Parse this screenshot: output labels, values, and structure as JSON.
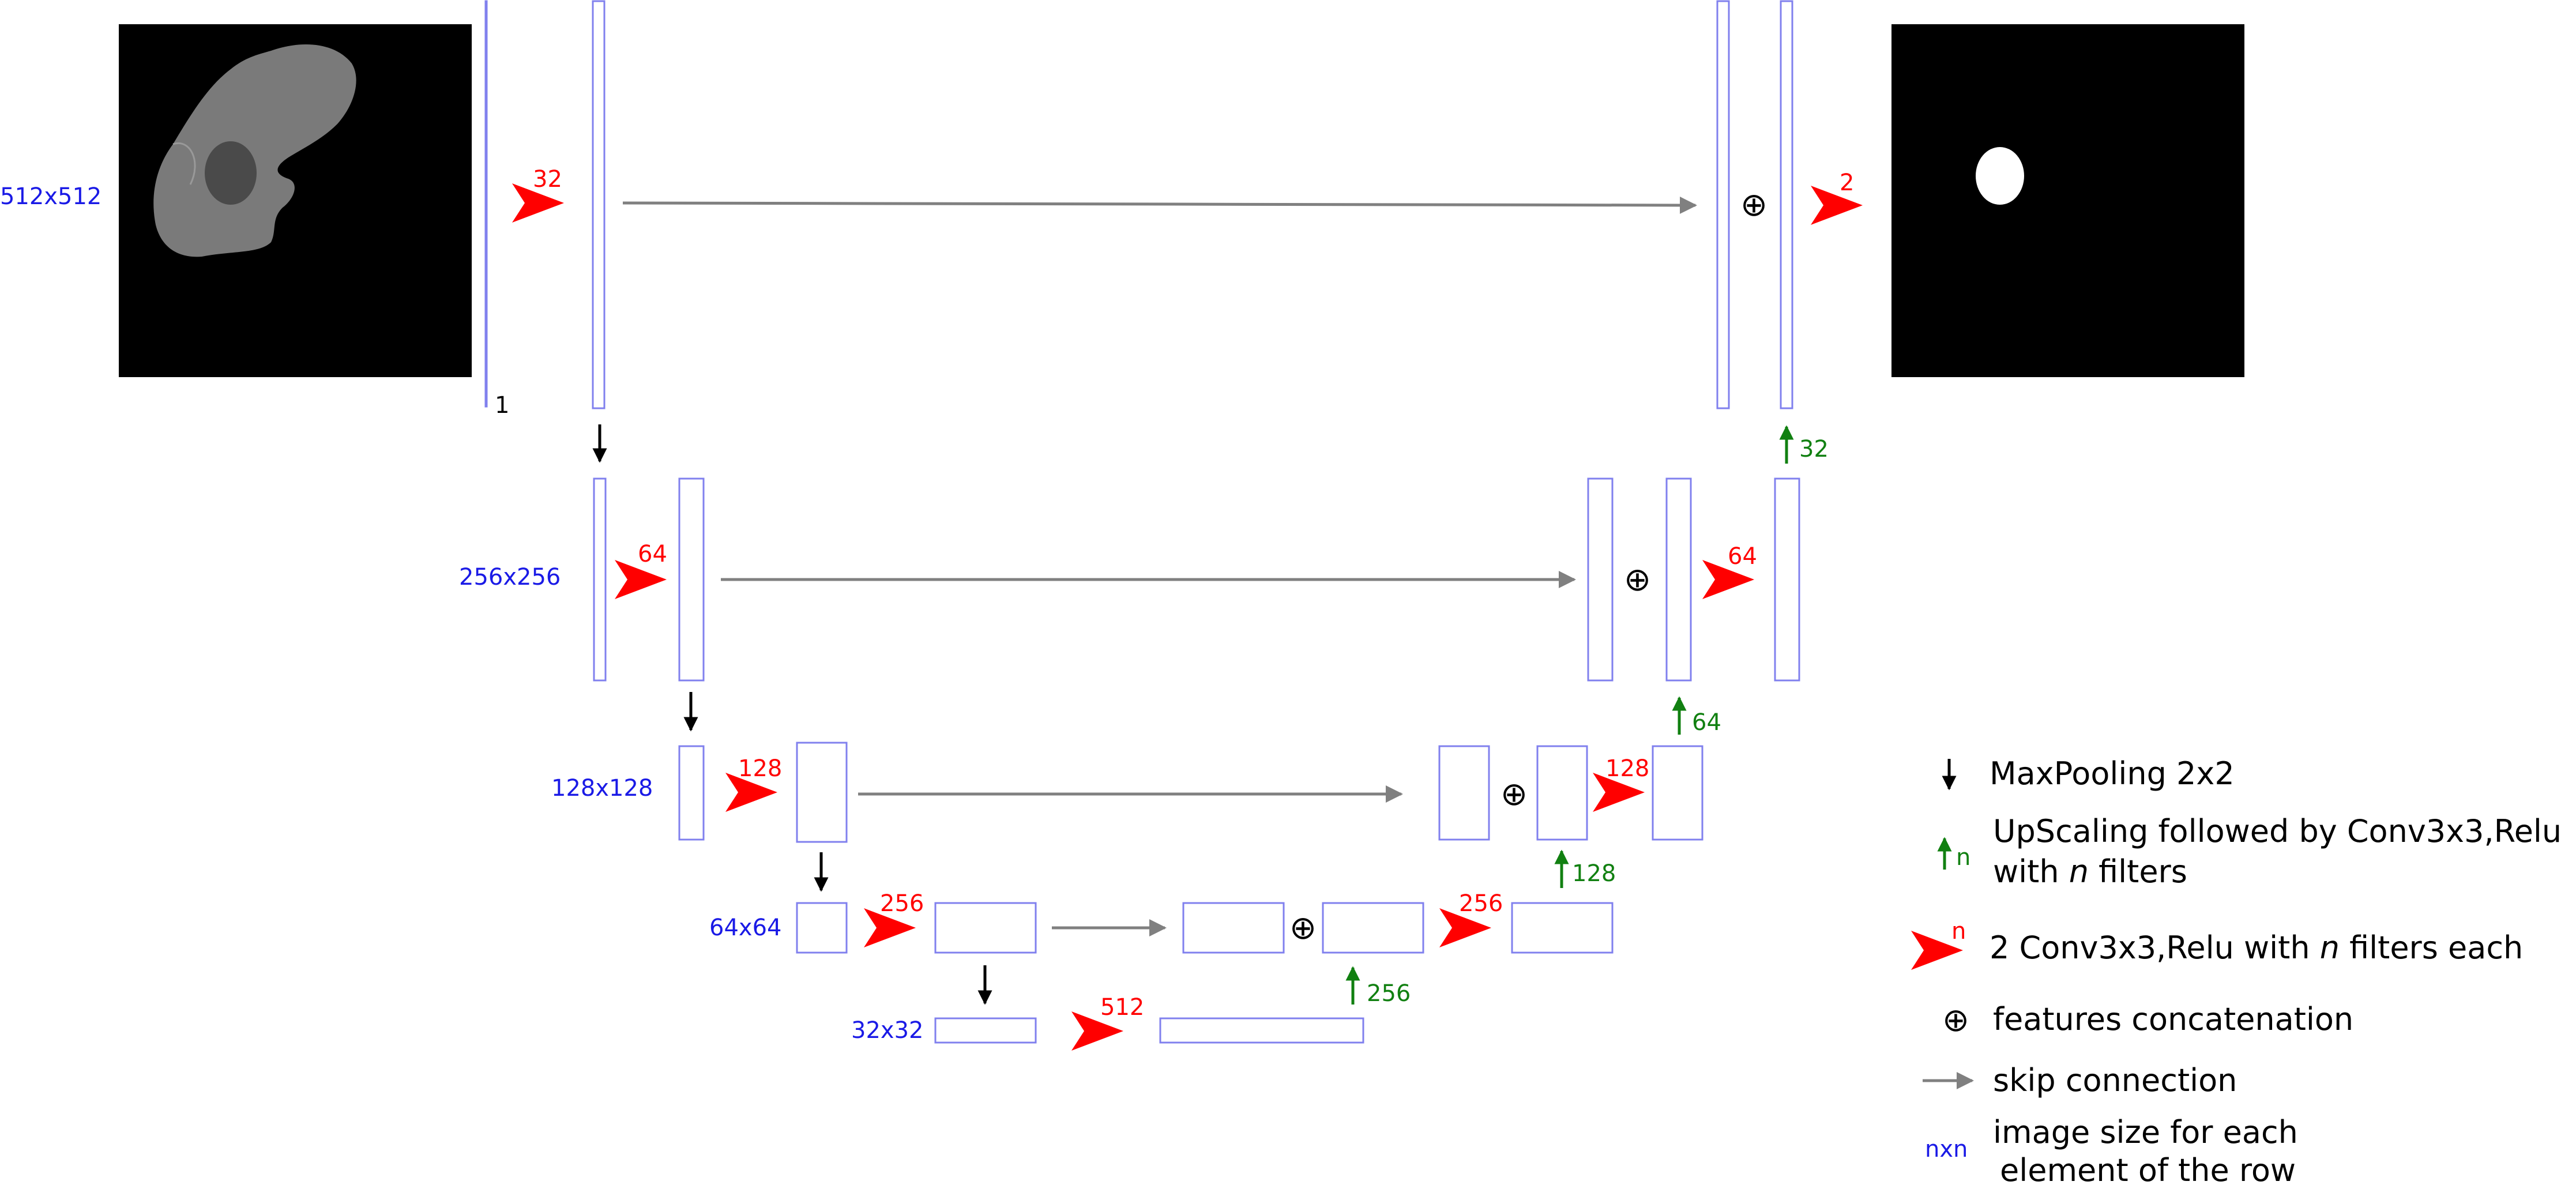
{
  "rows": [
    {
      "size_label": "512x512",
      "conv_filters": "32",
      "out_filters": "2",
      "input_channels": "1"
    },
    {
      "size_label": "256x256",
      "conv_filters": "64",
      "out_filters": "64",
      "up_filters": "32"
    },
    {
      "size_label": "128x128",
      "conv_filters": "128",
      "out_filters": "128",
      "up_filters": "64"
    },
    {
      "size_label": "64x64",
      "conv_filters": "256",
      "out_filters": "256",
      "up_filters": "128"
    },
    {
      "size_label": "32x32",
      "conv_filters": "512",
      "up_filters": "256"
    }
  ],
  "concat_symbol": "⊕",
  "legend": {
    "maxpool": "MaxPooling 2x2",
    "upscale_line1": "UpScaling followed by Conv3x3,Relu",
    "upscale_line2_a": "with ",
    "upscale_line2_n": "n",
    "upscale_line2_b": " filters",
    "upscale_marker": "n",
    "conv_a": "2 Conv3x3,Relu with ",
    "conv_n": "n",
    "conv_b": " filters each",
    "conv_marker": "n",
    "concat": "features concatenation",
    "skip": "skip connection",
    "nxn_marker": "nxn",
    "size_line1": "image size for each",
    "size_line2": "element of the row"
  },
  "colors": {
    "block_stroke": "#8080ee",
    "conv_arrow": "#ff0000",
    "up_arrow": "#118011",
    "skip_arrow": "#808080",
    "size_label": "#1a1ae6"
  }
}
